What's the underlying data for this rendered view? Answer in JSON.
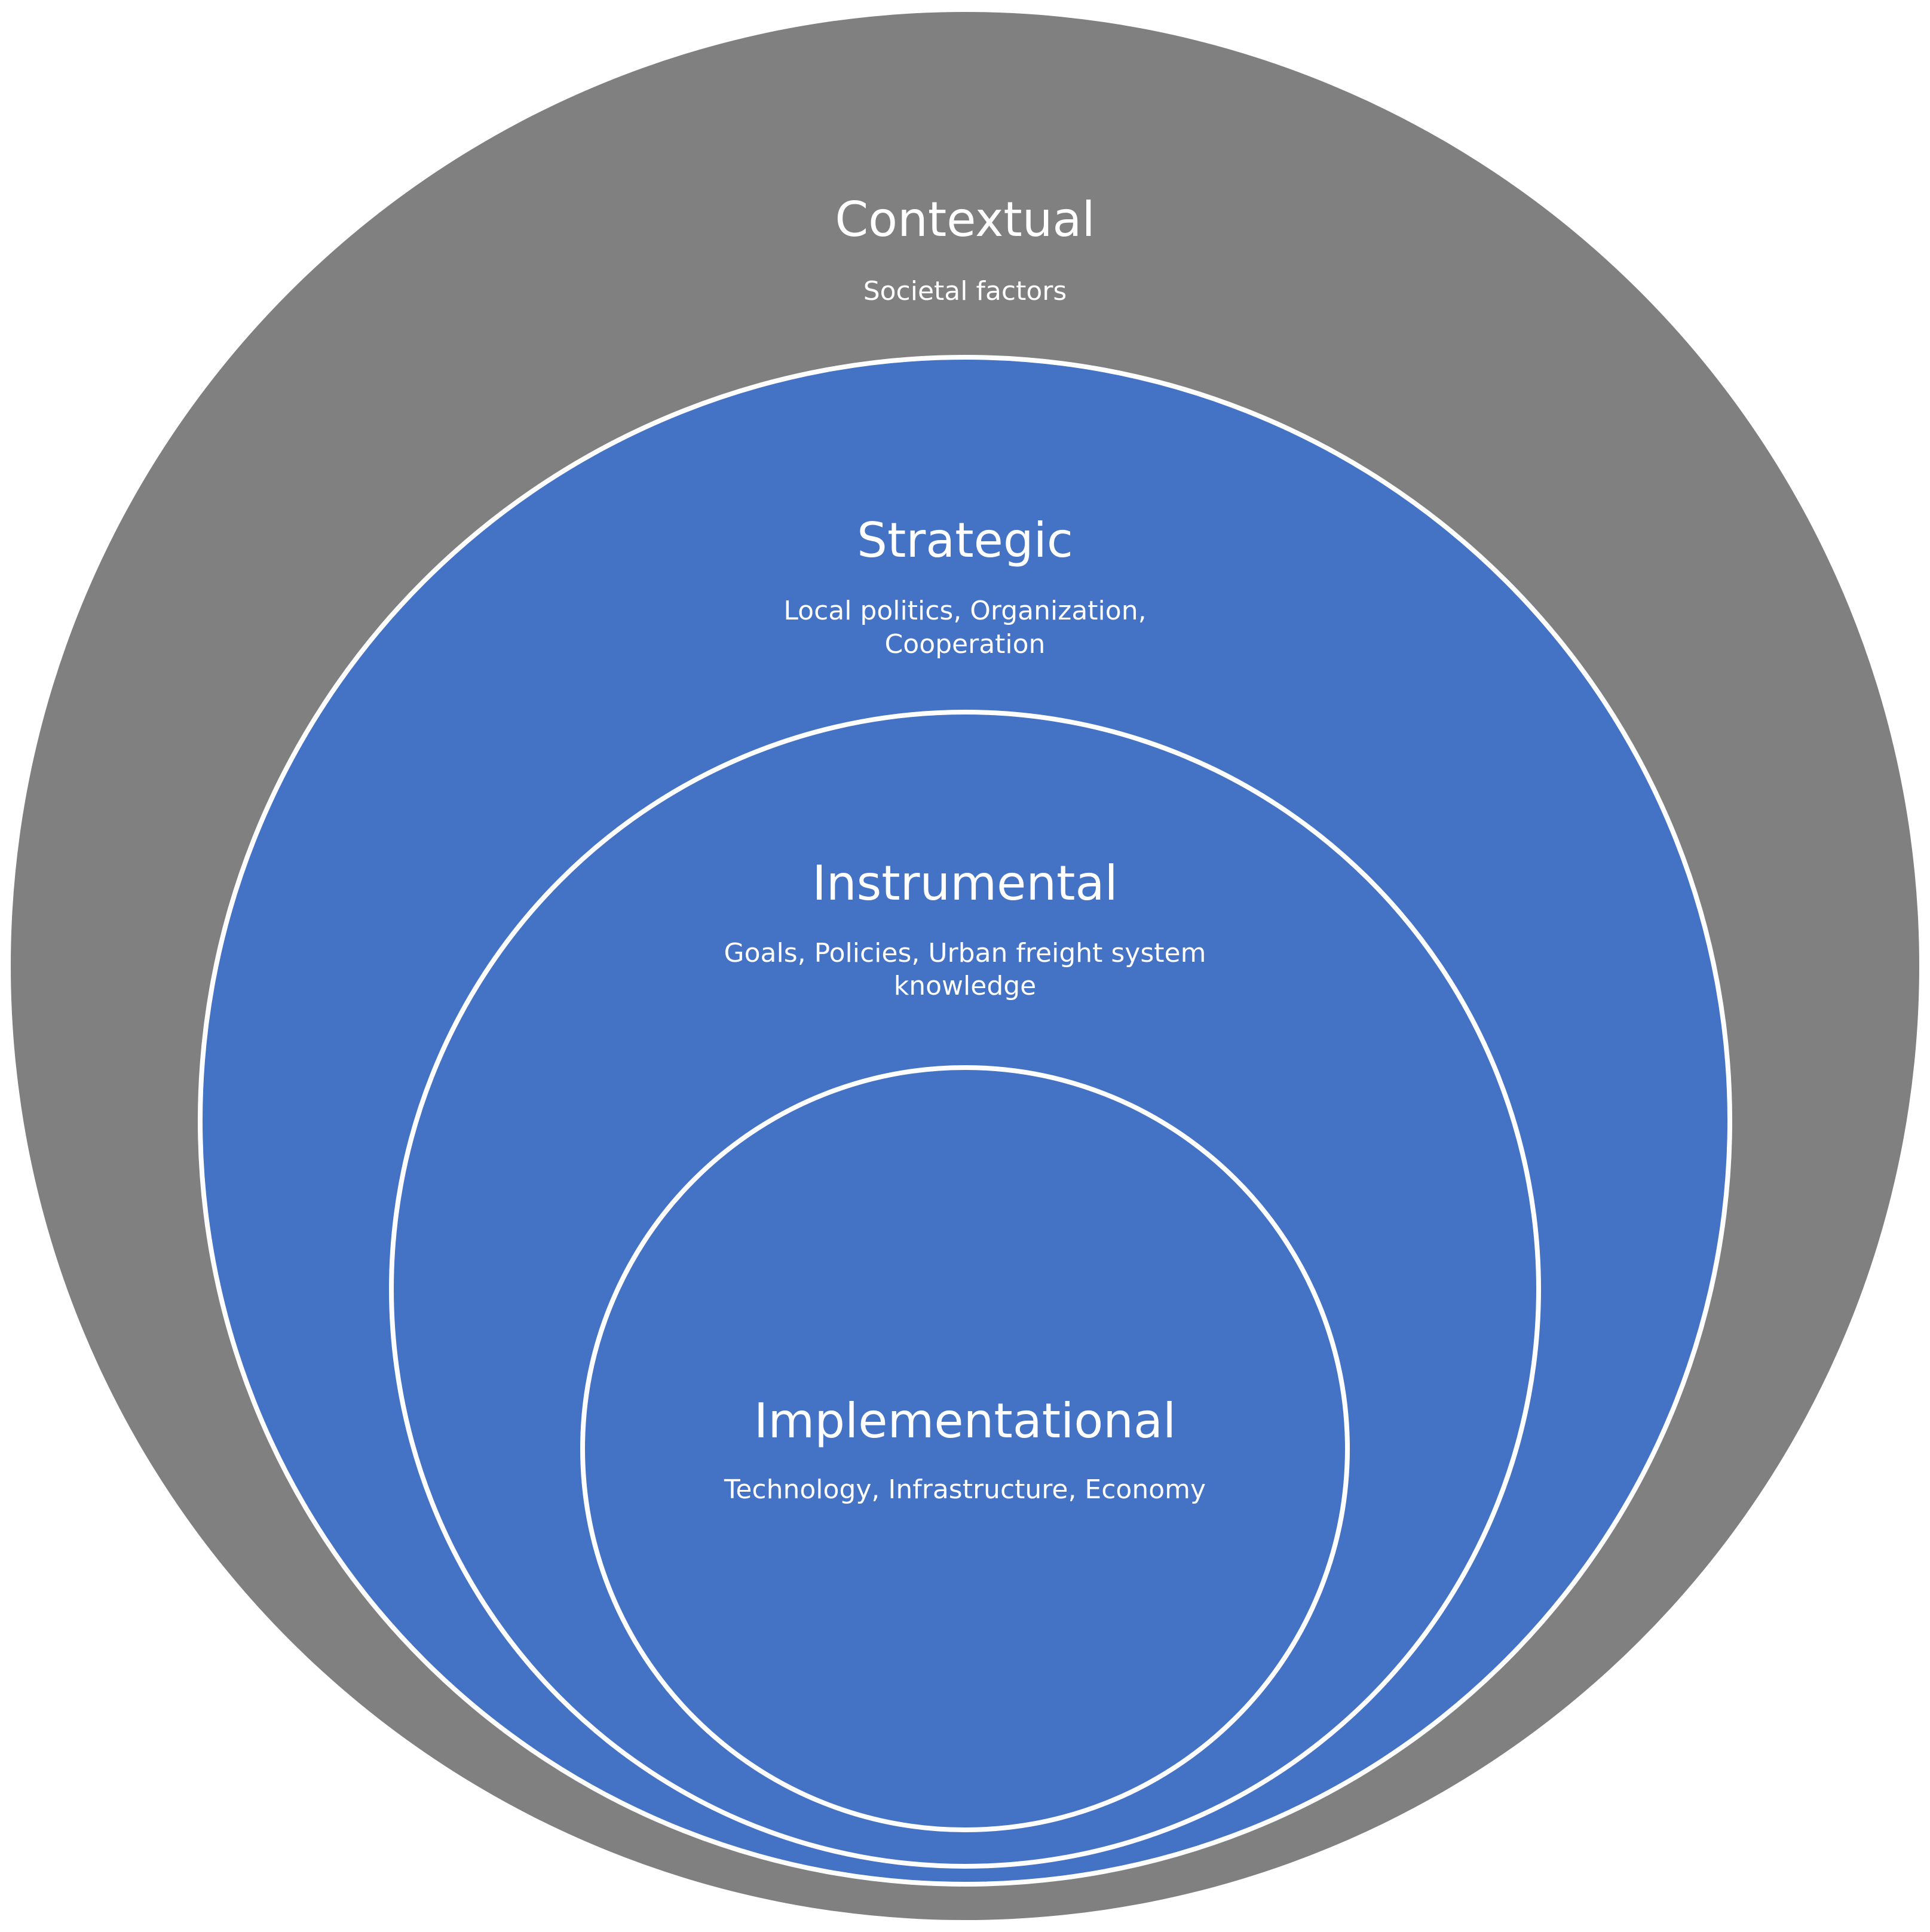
{
  "colors": {
    "outer_fill": "#808080",
    "inner_fill": "#4472c4",
    "ring_stroke": "#ffffff",
    "text": "#ffffff"
  },
  "layers": [
    {
      "name": "contextual",
      "title": "Contextual",
      "subtitle_lines": [
        "Societal factors"
      ]
    },
    {
      "name": "strategic",
      "title": "Strategic",
      "subtitle_lines": [
        "Local politics, Organization,",
        "Cooperation"
      ]
    },
    {
      "name": "instrumental",
      "title": "Instrumental",
      "subtitle_lines": [
        "Goals, Policies, Urban freight system",
        "knowledge"
      ]
    },
    {
      "name": "implementational",
      "title": "Implementational",
      "subtitle_lines": [
        "Technology, Infrastructure, Economy"
      ]
    }
  ]
}
